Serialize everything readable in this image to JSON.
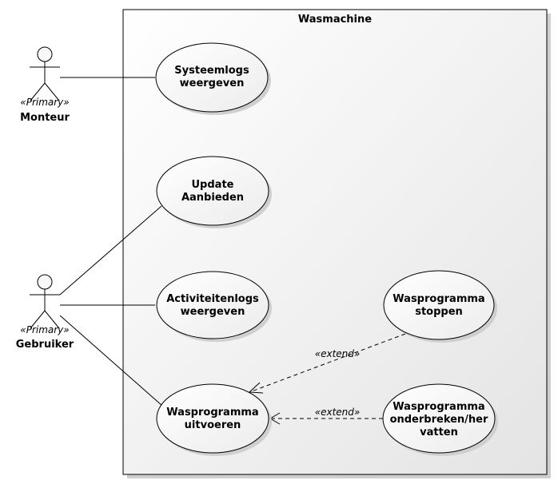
{
  "system": {
    "title": "Wasmachine"
  },
  "actors": [
    {
      "stereotype": "«Primary»",
      "name": "Monteur"
    },
    {
      "stereotype": "«Primary»",
      "name": "Gebruiker"
    }
  ],
  "usecases": [
    {
      "line1": "Systeemlogs",
      "line2": "weergeven"
    },
    {
      "line1": "Update",
      "line2": "Aanbieden"
    },
    {
      "line1": "Activiteitenlogs",
      "line2": "weergeven"
    },
    {
      "line1": "Wasprogramma",
      "line2": "uitvoeren"
    },
    {
      "line1": "Wasprogramma",
      "line2": "stoppen"
    },
    {
      "line1": "Wasprogramma",
      "line2": "onderbreken/her",
      "line3": "vatten"
    }
  ],
  "relations": [
    {
      "label": "«extend»"
    },
    {
      "label": "«extend»"
    }
  ],
  "colors": {
    "fill": "#f8f8f8",
    "stroke": "#000000",
    "shadow": "#c8c8c8"
  }
}
